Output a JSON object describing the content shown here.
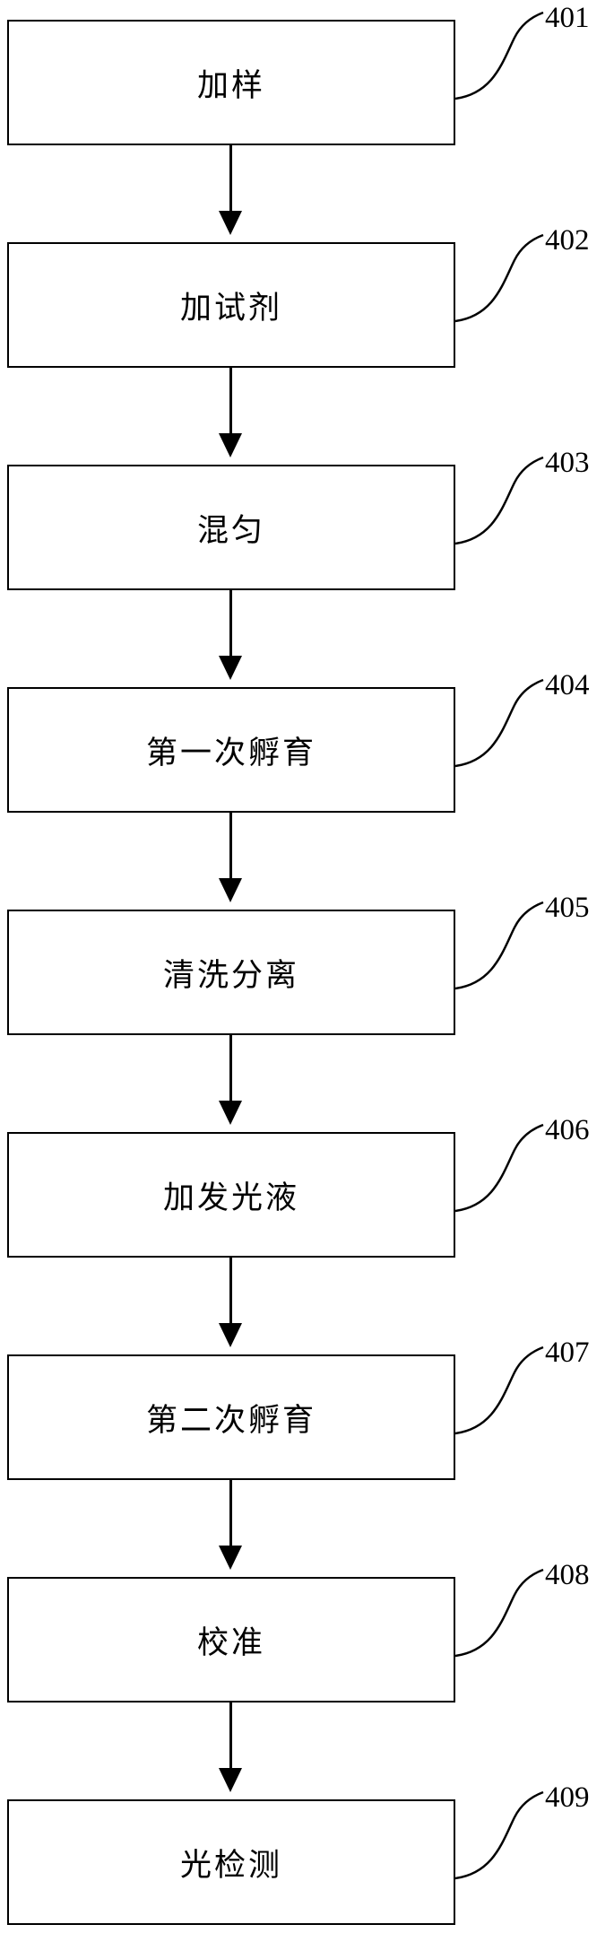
{
  "figure": {
    "type": "flowchart",
    "direction": "top-to-bottom",
    "colors": {
      "line": "#000000",
      "background": "#ffffff",
      "text": "#000000"
    },
    "steps": [
      {
        "label": "加样",
        "ref": "401"
      },
      {
        "label": "加试剂",
        "ref": "402"
      },
      {
        "label": "混匀",
        "ref": "403"
      },
      {
        "label": "第一次孵育",
        "ref": "404"
      },
      {
        "label": "清洗分离",
        "ref": "405"
      },
      {
        "label": "加发光液",
        "ref": "406"
      },
      {
        "label": "第二次孵育",
        "ref": "407"
      },
      {
        "label": "校准",
        "ref": "408"
      },
      {
        "label": "光检测",
        "ref": "409"
      }
    ]
  }
}
